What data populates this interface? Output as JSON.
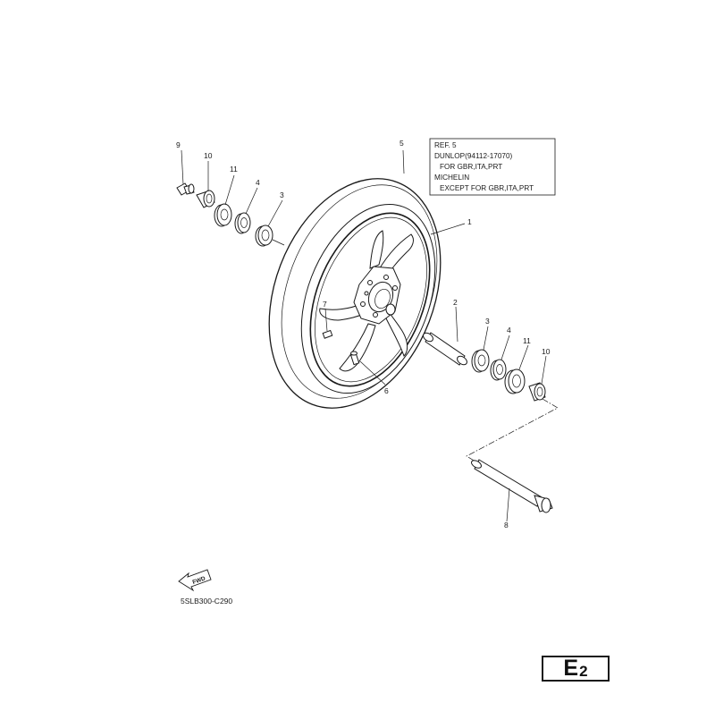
{
  "callouts": {
    "c9": "9",
    "c10_left": "10",
    "c11_left": "11",
    "c4_left": "4",
    "c3_left": "3",
    "c5": "5",
    "c1": "1",
    "c7": "7",
    "c2": "2",
    "c3_right": "3",
    "c4_right": "4",
    "c11_right": "11",
    "c10_right": "10",
    "c6": "6",
    "c8": "8"
  },
  "reference_note": {
    "line1": "REF. 5",
    "line2": "DUNLOP(94112-17070)",
    "line3": "FOR GBR,ITA,PRT",
    "line4": "MICHELIN",
    "line5": "EXCEPT FOR GBR,ITA,PRT"
  },
  "direction_label": "FWD",
  "drawing_code": "5SLB300-C290",
  "page_badge": {
    "letter": "E",
    "number": "2"
  }
}
